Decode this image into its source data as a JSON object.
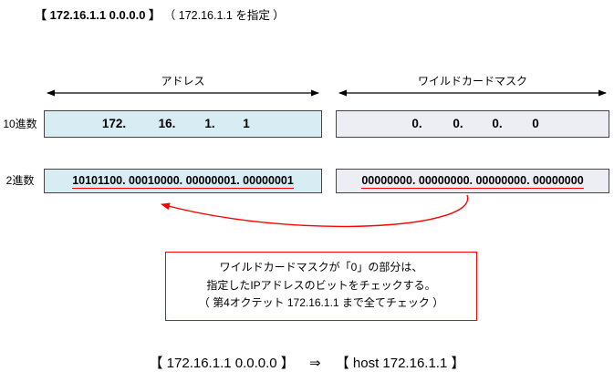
{
  "header": {
    "command": "【  172.16.1.1 0.0.0.0  】",
    "note": "（ 172.16.1.1 を指定 ）"
  },
  "columns": {
    "address_label": "アドレス",
    "wildcard_label": "ワイルドカードマスク"
  },
  "row_labels": {
    "decimal": "10進数",
    "binary": "2進数"
  },
  "address": {
    "decimal_octets": [
      "172.",
      "16.",
      "1.",
      "1"
    ],
    "binary": "10101100. 00010000. 00000001. 00000001"
  },
  "wildcard": {
    "decimal_octets": [
      "0.",
      "0.",
      "0.",
      "0"
    ],
    "binary": "00000000. 00000000. 00000000. 00000000"
  },
  "callout": {
    "line1": "ワイルドカードマスクが「0」の部分は、",
    "line2": "指定したIPアドレスのビットをチェックする。",
    "line3": "（ 第4オクテット 172.16.1.1 まで全てチェック ）"
  },
  "footer": {
    "left": "【  172.16.1.1 0.0.0.0  】",
    "arrow": "⇒",
    "right": "【  host 172.16.1.1  】"
  },
  "colors": {
    "address_fill": "#d8ecf4",
    "wildcard_fill": "#edeef4",
    "accent_red": "#ff0000",
    "box_border": "#444444"
  }
}
